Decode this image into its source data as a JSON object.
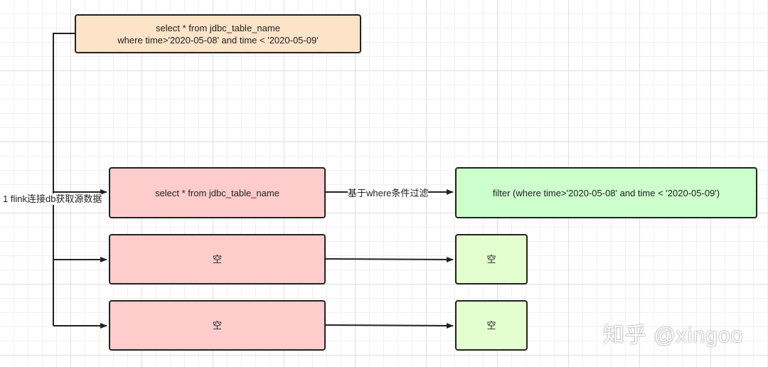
{
  "colors": {
    "query_box_fill": "#fde3c8",
    "source_box_fill": "#ffcccc",
    "filter_box_fill": "#ccffcc",
    "empty_result_fill": "#e4ffcf",
    "stroke": "#222222"
  },
  "nodes": {
    "top_query": "select * from jdbc_table_name\nwhere time>'2020-05-08' and time < '2020-05-09'",
    "source_1": "select * from jdbc_table_name",
    "source_2": "空",
    "source_3": "空",
    "filter": "filter (where time>'2020-05-08' and time < '2020-05-09')",
    "result_2": "空",
    "result_3": "空"
  },
  "edge_labels": {
    "connect_db": "1 flink连接db获取源数据",
    "where_filter": "基于where条件过滤"
  },
  "watermark": "知乎 @xingoo"
}
